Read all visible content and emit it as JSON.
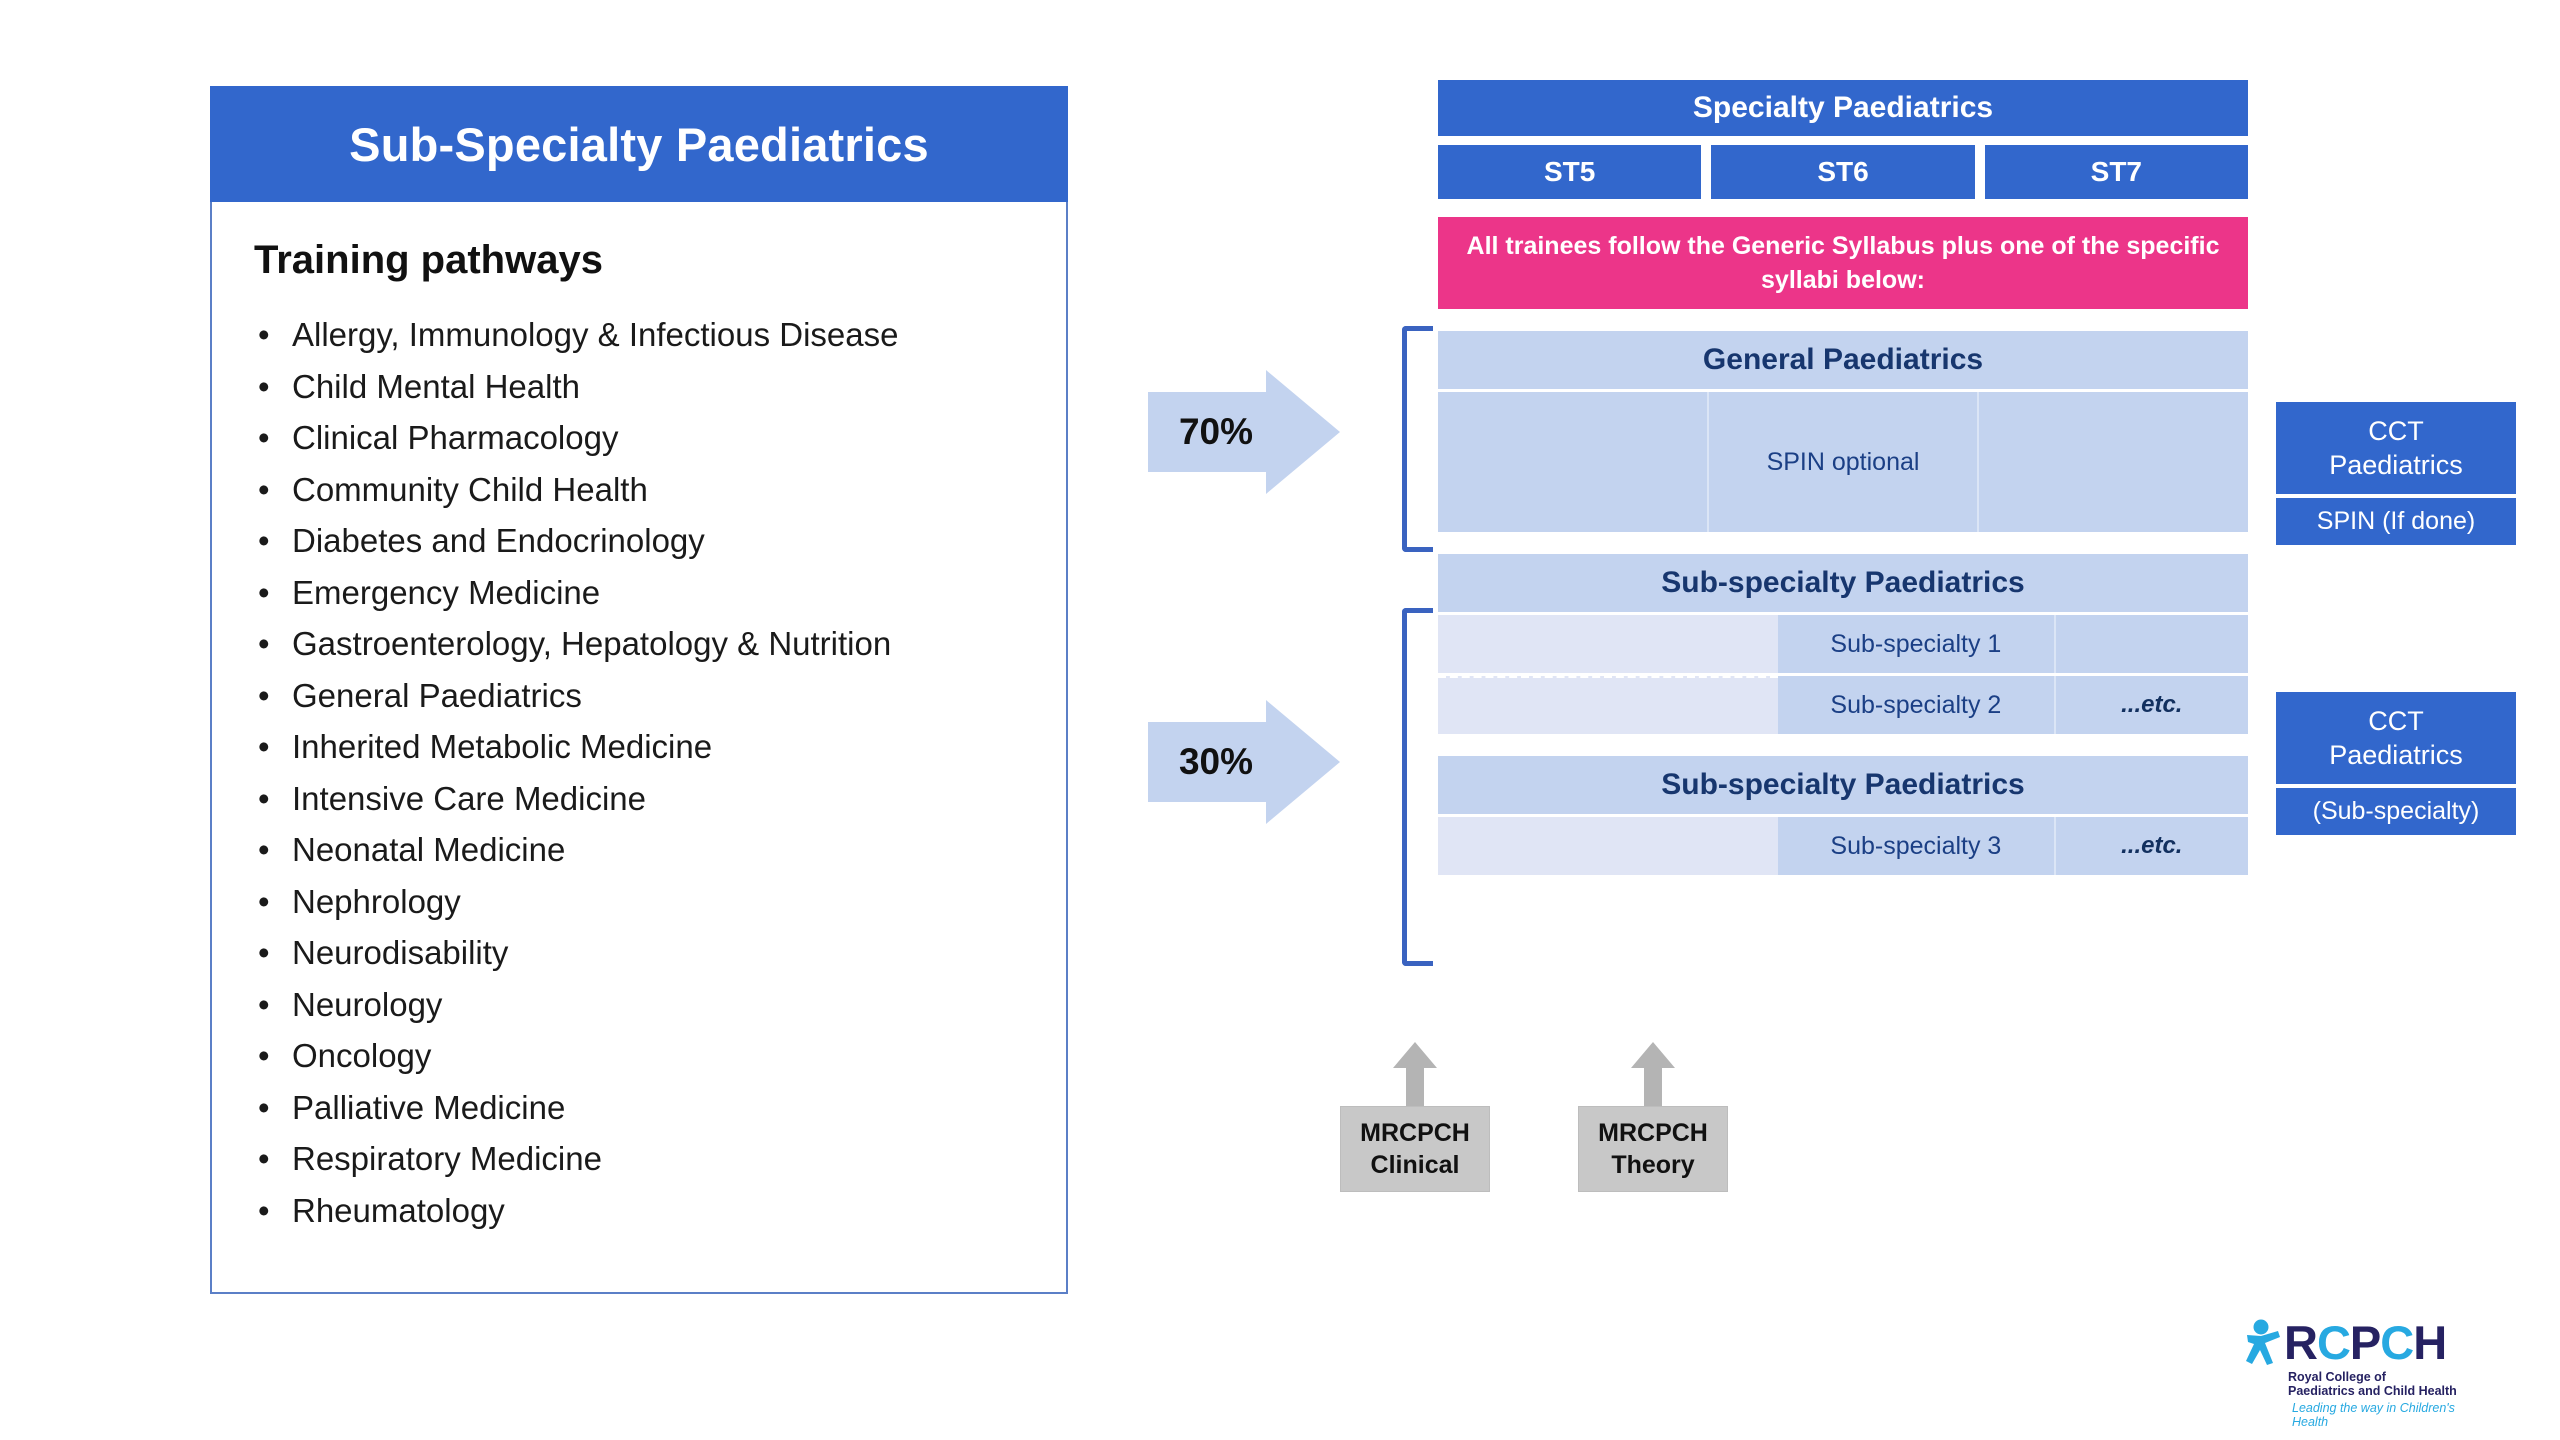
{
  "left_panel": {
    "title": "Sub-Specialty Paediatrics",
    "subtitle": "Training pathways",
    "bullet": "•",
    "pathways": [
      "Allergy, Immunology & Infectious Disease",
      "Child Mental Health",
      "Clinical Pharmacology",
      "Community Child Health",
      "Diabetes and Endocrinology",
      "Emergency Medicine",
      "Gastroenterology, Hepatology & Nutrition",
      "General Paediatrics",
      "Inherited Metabolic Medicine",
      "Intensive Care Medicine",
      "Neonatal Medicine",
      "Nephrology",
      "Neurodisability",
      "Neurology",
      "Oncology",
      "Palliative Medicine",
      "Respiratory Medicine",
      "Rheumatology"
    ]
  },
  "diagram": {
    "specialty_header": "Specialty Paediatrics",
    "stages": [
      "ST5",
      "ST6",
      "ST7"
    ],
    "notice": "All trainees follow the Generic Syllabus plus one of the specific syllabi below:",
    "general_paediatrics": {
      "header": "General Paediatrics",
      "spin_optional": "SPIN optional"
    },
    "subspecialty_block_1": {
      "header": "Sub-specialty Paediatrics",
      "rows": [
        {
          "label": "Sub-specialty 1",
          "etc": ""
        },
        {
          "label": "Sub-specialty 2",
          "etc": "...etc."
        }
      ]
    },
    "subspecialty_block_2": {
      "header": "Sub-specialty Paediatrics",
      "rows": [
        {
          "label": "Sub-specialty 3",
          "etc": "...etc."
        }
      ]
    },
    "percentages": {
      "upper": "70%",
      "lower": "30%"
    },
    "cct_boxes": [
      {
        "title": "CCT\nPaediatrics",
        "line1": "CCT",
        "line2": "Paediatrics",
        "note": "SPIN (If done)"
      },
      {
        "title": "CCT\nPaediatrics",
        "line1": "CCT",
        "line2": "Paediatrics",
        "note": "(Sub-specialty)"
      }
    ],
    "exams": [
      {
        "line1": "MRCPCH",
        "line2": "Clinical"
      },
      {
        "line1": "MRCPCH",
        "line2": "Theory"
      }
    ]
  },
  "logo": {
    "letters": [
      {
        "char": "R",
        "color": "navy"
      },
      {
        "char": "C",
        "color": "cyan"
      },
      {
        "char": "P",
        "color": "navy"
      },
      {
        "char": "C",
        "color": "cyan"
      },
      {
        "char": "H",
        "color": "navy"
      }
    ],
    "name_line1": "Royal College of",
    "name_line2": "Paediatrics and Child Health",
    "tagline": "Leading the way in Children's Health"
  },
  "colors": {
    "brand_blue": "#3267CC",
    "brand_pink": "#EC3589",
    "light_blue": "#C3D3EF",
    "pale_blue": "#E0E5F5",
    "deep_navy": "#17366E",
    "bracket_blue": "#3A63C0",
    "grey": "#C8C8C8",
    "logo_navy": "#262262",
    "logo_cyan": "#27A9E1"
  }
}
